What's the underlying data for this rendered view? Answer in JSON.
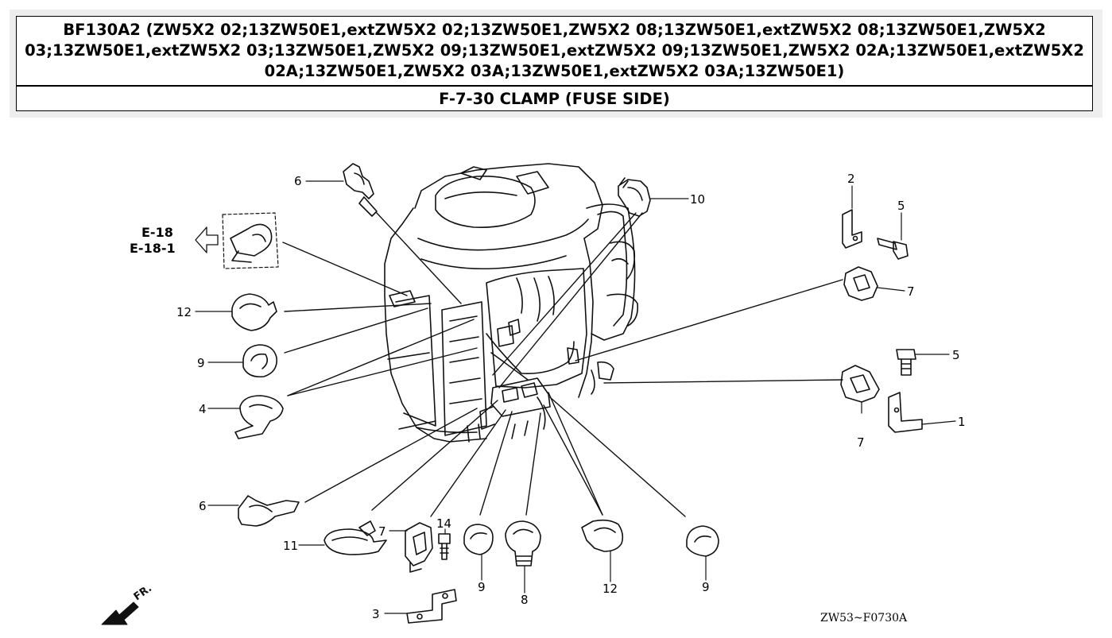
{
  "header": {
    "model_line": "BF130A2 (ZW5X2 02;13ZW50E1,extZW5X2 02;13ZW50E1,ZW5X2 08;13ZW50E1,extZW5X2 08;13ZW50E1,ZW5X2 03;13ZW50E1,extZW5X2 03;13ZW50E1,ZW5X2 09;13ZW50E1,extZW5X2 09;13ZW50E1,ZW5X2 02A;13ZW50E1,extZW5X2 02A;13ZW50E1,ZW5X2 03A;13ZW50E1,extZW5X2 03A;13ZW50E1)",
    "section_title": "F-7-30 CLAMP (FUSE SIDE)"
  },
  "diagram": {
    "cross_refs": [
      "E-18",
      "E-18-1"
    ],
    "front_label": "FR.",
    "drawing_code": "ZW53~F0730A",
    "callouts": [
      "6",
      "10",
      "2",
      "5",
      "7",
      "12",
      "9",
      "5",
      "1",
      "7",
      "4",
      "6",
      "11",
      "7",
      "14",
      "9",
      "8",
      "12",
      "9",
      "3"
    ]
  }
}
